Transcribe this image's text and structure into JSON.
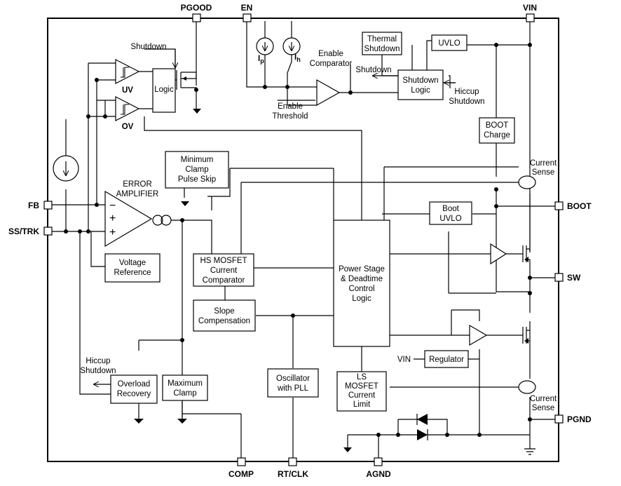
{
  "pins": {
    "pgood": "PGOOD",
    "en": "EN",
    "vin": "VIN",
    "fb": "FB",
    "ss_trk": "SS/TRK",
    "boot": "BOOT",
    "sw": "SW",
    "pgnd": "PGND",
    "comp": "COMP",
    "rt_clk": "RT/CLK",
    "agnd": "AGND"
  },
  "blocks": {
    "logic": "Logic",
    "thermal_shutdown": [
      "Thermal",
      "Shutdown"
    ],
    "uvlo": "UVLO",
    "shutdown_logic": [
      "Shutdown",
      "Logic"
    ],
    "boot_charge": [
      "BOOT",
      "Charge"
    ],
    "min_clamp": [
      "Minimum",
      "Clamp",
      "Pulse Skip"
    ],
    "boot_uvlo": [
      "Boot",
      "UVLO"
    ],
    "voltage_reference": [
      "Voltage",
      "Reference"
    ],
    "hs_comparator": [
      "HS MOSFET",
      "Current",
      "Comparator"
    ],
    "power_stage": [
      "Power Stage",
      "& Deadtime",
      "Control",
      "Logic"
    ],
    "slope_comp": [
      "Slope",
      "Compensation"
    ],
    "oscillator": [
      "Oscillator",
      "with PLL"
    ],
    "regulator": "Regulator",
    "overload_recovery": [
      "Overload",
      "Recovery"
    ],
    "max_clamp": [
      "Maximum",
      "Clamp"
    ],
    "ls_limit": [
      "LS",
      "MOSFET",
      "Current",
      "Limit"
    ]
  },
  "labels": {
    "shutdown_top": "Shutdown",
    "uv": "UV",
    "ov": "OV",
    "ip": "I",
    "ip_sub": "p",
    "ih": "I",
    "ih_sub": "h",
    "enable_comparator": [
      "Enable",
      "Comparator"
    ],
    "enable_threshold": [
      "Enable",
      "Threshold"
    ],
    "shutdown_arrow": "Shutdown",
    "hiccup_shutdown_right": [
      "Hiccup",
      "Shutdown"
    ],
    "current_sense_top": [
      "Current",
      "Sense"
    ],
    "error_amplifier": [
      "ERROR",
      "AMPLIFIER"
    ],
    "minus": "−",
    "plus": "+",
    "vin_reg": "VIN",
    "hiccup_shutdown_left": [
      "Hiccup",
      "Shutdown"
    ],
    "current_sense_bottom": [
      "Current",
      "Sense"
    ]
  }
}
